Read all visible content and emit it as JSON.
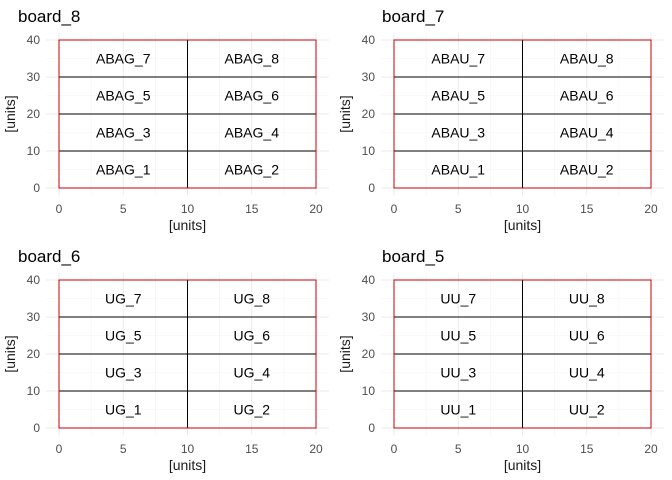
{
  "chart_data": [
    {
      "type": "heatmap",
      "title": "board_8",
      "xlabel": "[units]",
      "ylabel": "[units]",
      "xlim": [
        0,
        20
      ],
      "ylim": [
        0,
        40
      ],
      "xticks": [
        "0",
        "5",
        "10",
        "15",
        "20"
      ],
      "yticks": [
        "0",
        "10",
        "20",
        "30",
        "40"
      ],
      "grid": true,
      "border_color": "#cc0000",
      "x_divisions": [
        0,
        10,
        20
      ],
      "y_divisions": [
        0,
        10,
        20,
        30,
        40
      ],
      "cells": [
        {
          "label": "ABAG_1",
          "x": 5,
          "y": 5
        },
        {
          "label": "ABAG_2",
          "x": 15,
          "y": 5
        },
        {
          "label": "ABAG_3",
          "x": 5,
          "y": 15
        },
        {
          "label": "ABAG_4",
          "x": 15,
          "y": 15
        },
        {
          "label": "ABAG_5",
          "x": 5,
          "y": 25
        },
        {
          "label": "ABAG_6",
          "x": 15,
          "y": 25
        },
        {
          "label": "ABAG_7",
          "x": 5,
          "y": 35
        },
        {
          "label": "ABAG_8",
          "x": 15,
          "y": 35
        }
      ]
    },
    {
      "type": "heatmap",
      "title": "board_7",
      "xlabel": "[units]",
      "ylabel": "[units]",
      "xlim": [
        0,
        20
      ],
      "ylim": [
        0,
        40
      ],
      "xticks": [
        "0",
        "5",
        "10",
        "15",
        "20"
      ],
      "yticks": [
        "0",
        "10",
        "20",
        "30",
        "40"
      ],
      "grid": true,
      "border_color": "#cc0000",
      "x_divisions": [
        0,
        10,
        20
      ],
      "y_divisions": [
        0,
        10,
        20,
        30,
        40
      ],
      "cells": [
        {
          "label": "ABAU_1",
          "x": 5,
          "y": 5
        },
        {
          "label": "ABAU_2",
          "x": 15,
          "y": 5
        },
        {
          "label": "ABAU_3",
          "x": 5,
          "y": 15
        },
        {
          "label": "ABAU_4",
          "x": 15,
          "y": 15
        },
        {
          "label": "ABAU_5",
          "x": 5,
          "y": 25
        },
        {
          "label": "ABAU_6",
          "x": 15,
          "y": 25
        },
        {
          "label": "ABAU_7",
          "x": 5,
          "y": 35
        },
        {
          "label": "ABAU_8",
          "x": 15,
          "y": 35
        }
      ]
    },
    {
      "type": "heatmap",
      "title": "board_6",
      "xlabel": "[units]",
      "ylabel": "[units]",
      "xlim": [
        0,
        20
      ],
      "ylim": [
        0,
        40
      ],
      "xticks": [
        "0",
        "5",
        "10",
        "15",
        "20"
      ],
      "yticks": [
        "0",
        "10",
        "20",
        "30",
        "40"
      ],
      "grid": true,
      "border_color": "#cc0000",
      "x_divisions": [
        0,
        10,
        20
      ],
      "y_divisions": [
        0,
        10,
        20,
        30,
        40
      ],
      "cells": [
        {
          "label": "UG_1",
          "x": 5,
          "y": 5
        },
        {
          "label": "UG_2",
          "x": 15,
          "y": 5
        },
        {
          "label": "UG_3",
          "x": 5,
          "y": 15
        },
        {
          "label": "UG_4",
          "x": 15,
          "y": 15
        },
        {
          "label": "UG_5",
          "x": 5,
          "y": 25
        },
        {
          "label": "UG_6",
          "x": 15,
          "y": 25
        },
        {
          "label": "UG_7",
          "x": 5,
          "y": 35
        },
        {
          "label": "UG_8",
          "x": 15,
          "y": 35
        }
      ]
    },
    {
      "type": "heatmap",
      "title": "board_5",
      "xlabel": "[units]",
      "ylabel": "[units]",
      "xlim": [
        0,
        20
      ],
      "ylim": [
        0,
        40
      ],
      "xticks": [
        "0",
        "5",
        "10",
        "15",
        "20"
      ],
      "yticks": [
        "0",
        "10",
        "20",
        "30",
        "40"
      ],
      "grid": true,
      "border_color": "#cc0000",
      "x_divisions": [
        0,
        10,
        20
      ],
      "y_divisions": [
        0,
        10,
        20,
        30,
        40
      ],
      "cells": [
        {
          "label": "UU_1",
          "x": 5,
          "y": 5
        },
        {
          "label": "UU_2",
          "x": 15,
          "y": 5
        },
        {
          "label": "UU_3",
          "x": 5,
          "y": 15
        },
        {
          "label": "UU_4",
          "x": 15,
          "y": 15
        },
        {
          "label": "UU_5",
          "x": 5,
          "y": 25
        },
        {
          "label": "UU_6",
          "x": 15,
          "y": 25
        },
        {
          "label": "UU_7",
          "x": 5,
          "y": 35
        },
        {
          "label": "UU_8",
          "x": 15,
          "y": 35
        }
      ]
    }
  ]
}
